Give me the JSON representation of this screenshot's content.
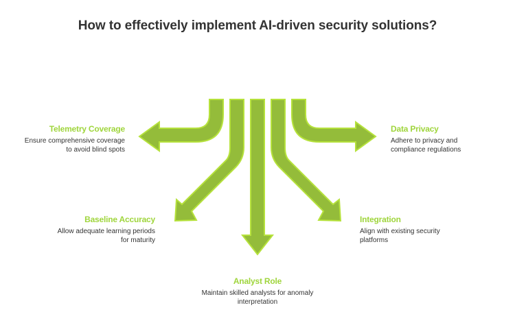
{
  "title": "How to effectively implement AI-driven security solutions?",
  "colors": {
    "arrow_fill": "#94bc3a",
    "arrow_border": "#b6e23c",
    "heading": "#9fd53c",
    "text": "#333333"
  },
  "items": [
    {
      "heading": "Telemetry Coverage",
      "description": "Ensure comprehensive coverage to avoid blind spots",
      "direction": "left"
    },
    {
      "heading": "Baseline Accuracy",
      "description": "Allow adequate learning periods for maturity",
      "direction": "down-left"
    },
    {
      "heading": "Analyst Role",
      "description": "Maintain skilled analysts for anomaly interpretation",
      "direction": "down"
    },
    {
      "heading": "Integration",
      "description": "Align with existing security platforms",
      "direction": "down-right"
    },
    {
      "heading": "Data Privacy",
      "description": "Adhere to privacy and compliance regulations",
      "direction": "right"
    }
  ]
}
